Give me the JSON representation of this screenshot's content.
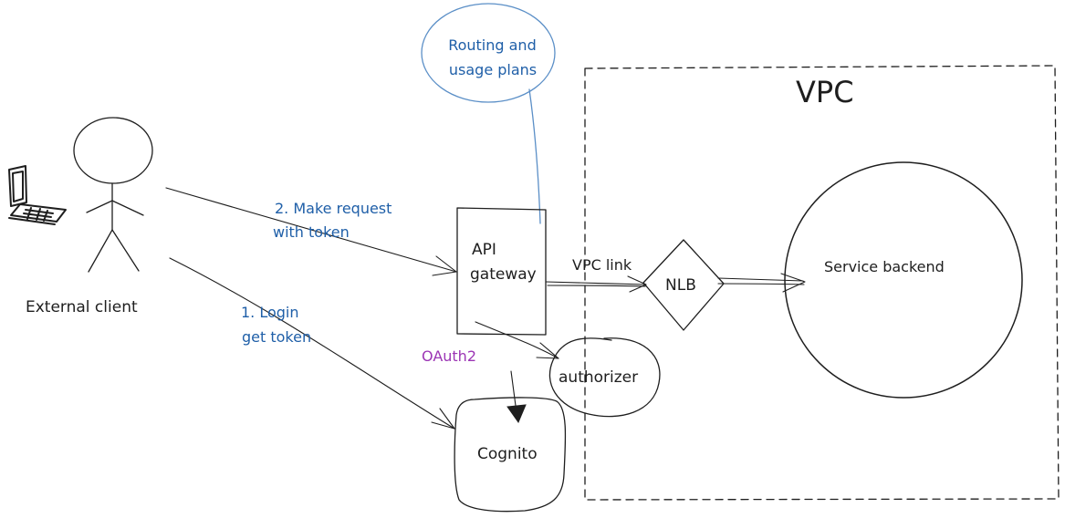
{
  "colors": {
    "ink": "#1e1e1e",
    "annotation_blue": "#1f5fa8",
    "callout_blue": "#5b8fc7",
    "oauth_purple": "#9c36b5",
    "background": "#ffffff"
  },
  "nodes": {
    "client": {
      "label": "External client",
      "icon": "stick-figure-icon",
      "device_icon": "laptop-icon"
    },
    "api_gateway": {
      "label_line1": "API",
      "label_line2": "gateway"
    },
    "callout": {
      "line1": "Routing and",
      "line2": "usage plans"
    },
    "vpc": {
      "label": "VPC"
    },
    "nlb": {
      "label": "NLB"
    },
    "service": {
      "label": "Service backend"
    },
    "authorizer": {
      "label": "authorizer"
    },
    "cognito": {
      "label": "Cognito"
    }
  },
  "edges": {
    "request": {
      "line1": "2. Make request",
      "line2": "with token"
    },
    "login": {
      "line1": "1. Login",
      "line2": "get token"
    },
    "vpc_link": {
      "label": "VPC link"
    },
    "oauth": {
      "label": "OAuth2"
    }
  }
}
